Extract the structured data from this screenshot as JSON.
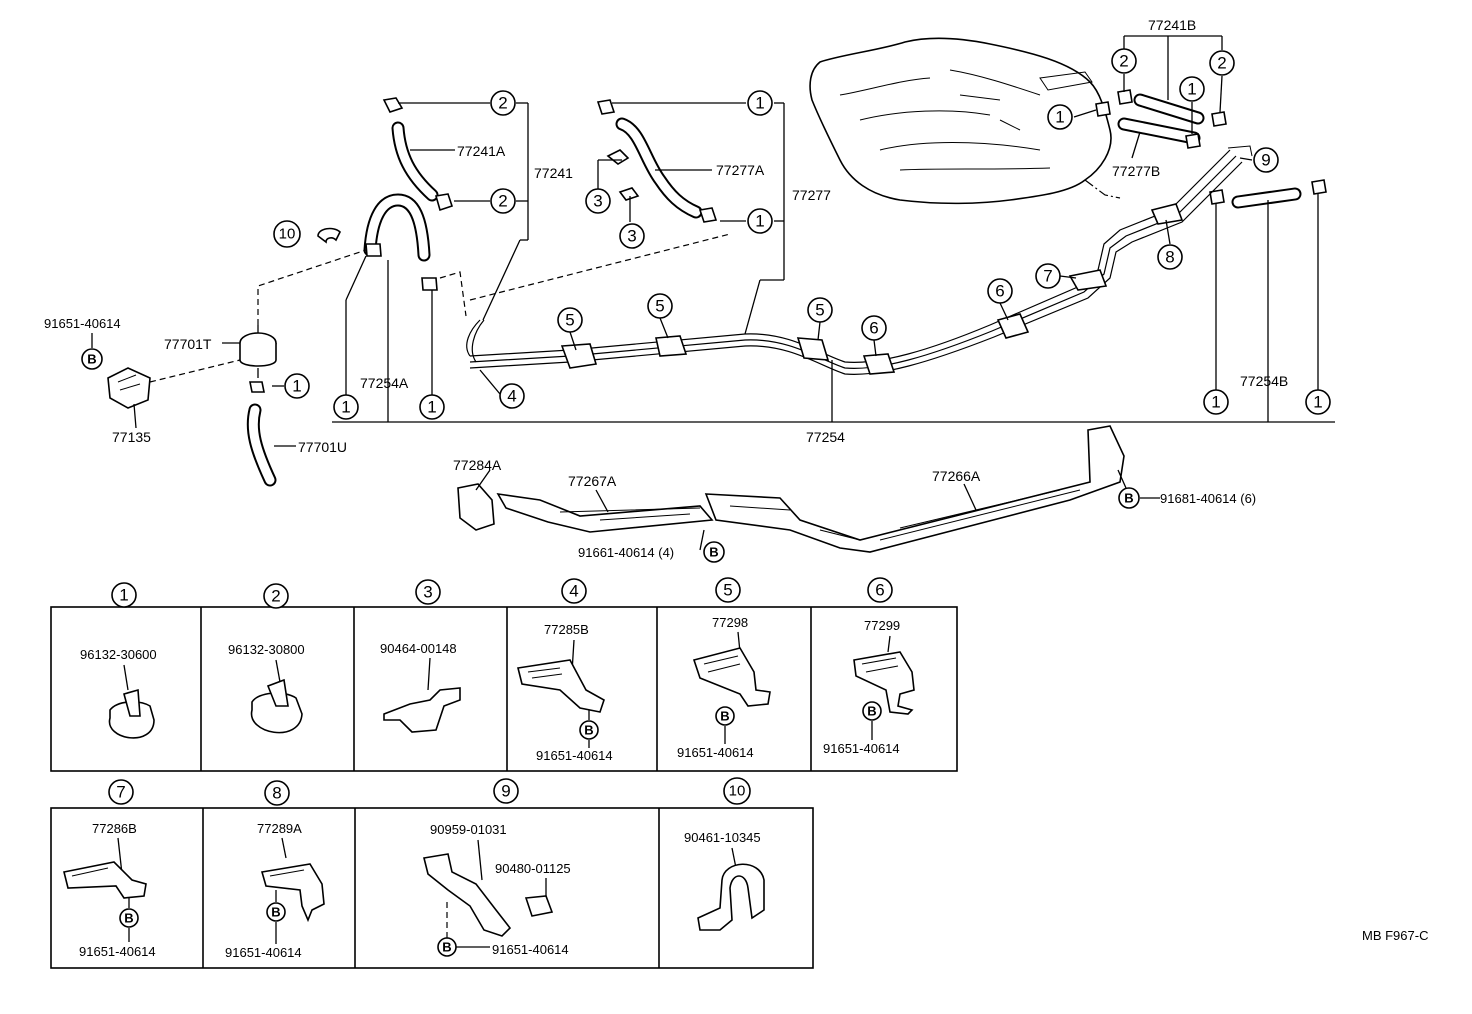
{
  "callouts": {
    "c1": "1",
    "c2": "2",
    "c3": "3",
    "c4": "4",
    "c5": "5",
    "c6": "6",
    "c7": "7",
    "c8": "8",
    "c9": "9",
    "c10": "10",
    "b": "B"
  },
  "labels": {
    "p77241B": "77241B",
    "p77241A": "77241A",
    "p77241": "77241",
    "p77277A": "77277A",
    "p77277": "77277",
    "p77277B": "77277B",
    "p91651_top": "91651-40614",
    "p77701T": "77701T",
    "p77135": "77135",
    "p77254A": "77254A",
    "p77701U": "77701U",
    "p77254": "77254",
    "p77254B": "77254B",
    "p77284A": "77284A",
    "p77267A": "77267A",
    "p77266A": "77266A",
    "p91661": "91661-40614 (4)",
    "p91681": "91681-40614 (6)"
  },
  "parts_table": [
    {
      "callout": "1",
      "part": "96132-30600",
      "bolt": ""
    },
    {
      "callout": "2",
      "part": "96132-30800",
      "bolt": ""
    },
    {
      "callout": "3",
      "part": "90464-00148",
      "bolt": ""
    },
    {
      "callout": "4",
      "part": "77285B",
      "bolt": "91651-40614"
    },
    {
      "callout": "5",
      "part": "77298",
      "bolt": "91651-40614"
    },
    {
      "callout": "6",
      "part": "77299",
      "bolt": "91651-40614"
    },
    {
      "callout": "7",
      "part": "77286B",
      "bolt": "91651-40614"
    },
    {
      "callout": "8",
      "part": "77289A",
      "bolt": "91651-40614"
    },
    {
      "callout": "9",
      "part": "90959-01031",
      "part2": "90480-01125",
      "bolt": "91651-40614"
    },
    {
      "callout": "10",
      "part": "90461-10345",
      "bolt": ""
    }
  ],
  "figure_code": "MB F967-C"
}
